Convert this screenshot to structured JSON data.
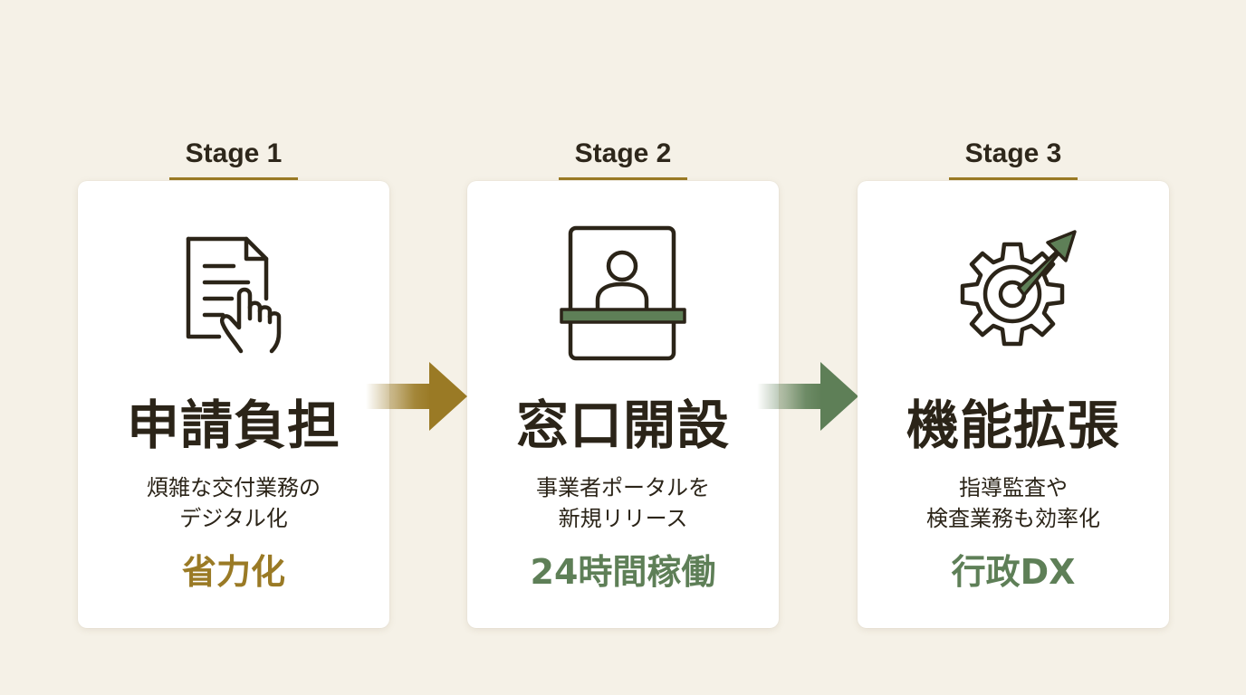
{
  "colors": {
    "background": "#f5f1e7",
    "card": "#ffffff",
    "text": "#2b2418",
    "gold": "#9a7a25",
    "green": "#5e7f57"
  },
  "stages": [
    {
      "label": "Stage 1",
      "icon": "document-hand-icon",
      "heading": "申請負担",
      "desc_lines": [
        "煩雑な交付業務の",
        "デジタル化"
      ],
      "result": "省力化",
      "result_color": "#9a7a25"
    },
    {
      "label": "Stage 2",
      "icon": "service-counter-icon",
      "heading": "窓口開設",
      "desc_lines": [
        "事業者ポータルを",
        "新規リリース"
      ],
      "result": "24時間稼働",
      "result_color": "#5e7f57"
    },
    {
      "label": "Stage 3",
      "icon": "gear-growth-arrow-icon",
      "heading": "機能拡張",
      "desc_lines": [
        "指導監査や",
        "検査業務も効率化"
      ],
      "result": "行政DX",
      "result_color": "#5e7f57"
    }
  ],
  "arrows": [
    {
      "icon": "right-arrow-icon",
      "color": "#9a7a25"
    },
    {
      "icon": "right-arrow-icon",
      "color": "#5e7f57"
    }
  ]
}
